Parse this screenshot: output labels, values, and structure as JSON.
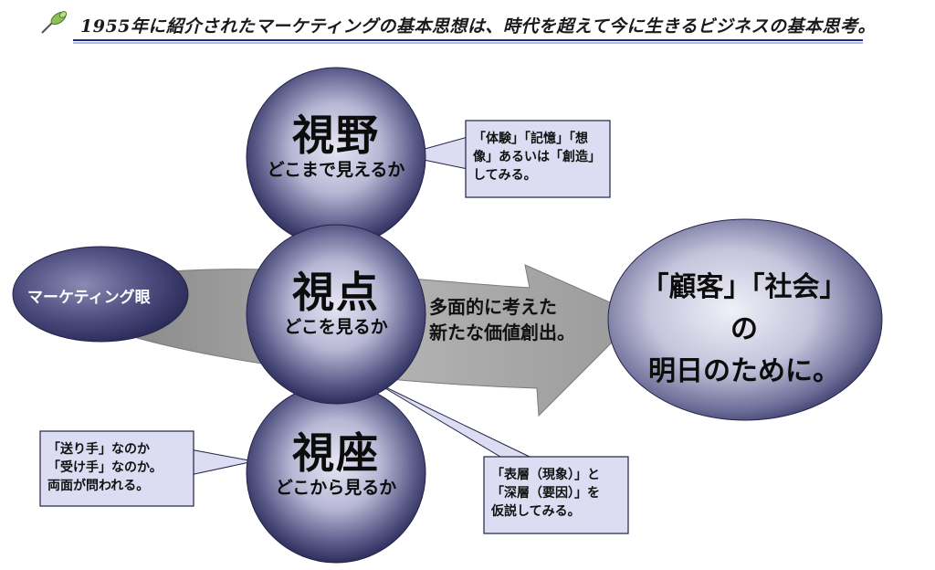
{
  "header": {
    "title": "1955年に紹介されたマーケティングの基本思想は、時代を超えて今に生きるビジネスの基本思考。",
    "icon": "pushpin-icon"
  },
  "circles": {
    "top": {
      "kanji": "視野",
      "subtitle": "どこまで見えるか"
    },
    "middle": {
      "kanji": "視点",
      "subtitle": "どこを見るか"
    },
    "bottom": {
      "kanji": "視座",
      "subtitle": "どこから見るか"
    }
  },
  "marketing_eye": {
    "label": "マーケティング眼"
  },
  "arrow_text": {
    "line1": "多面的に考えた",
    "line2": "新たな価値創出。"
  },
  "goal": {
    "line1": "「顧客」「社会」",
    "line2": "の",
    "line3": "明日のために。"
  },
  "callouts": {
    "top_right": {
      "line1": "「体験」「記憶」「想",
      "line2": "像」あるいは「創造」",
      "line3": "してみる。"
    },
    "bottom_left": {
      "line1": "「送り手」なのか",
      "line2": "「受け手」なのか。",
      "line3": "両面が問われる。"
    },
    "bottom_right": {
      "line1": "「表層（現象）」と",
      "line2": "「深層（要因）」を",
      "line3": "仮説してみる。"
    }
  },
  "colors": {
    "circle_center": "#e6e6f4",
    "circle_edge": "#2e2e5c",
    "callout_fill": "#dcdcf2",
    "callout_border": "#222244",
    "arrow": "#a3a3a3",
    "header_line": "#1a2a8a"
  }
}
